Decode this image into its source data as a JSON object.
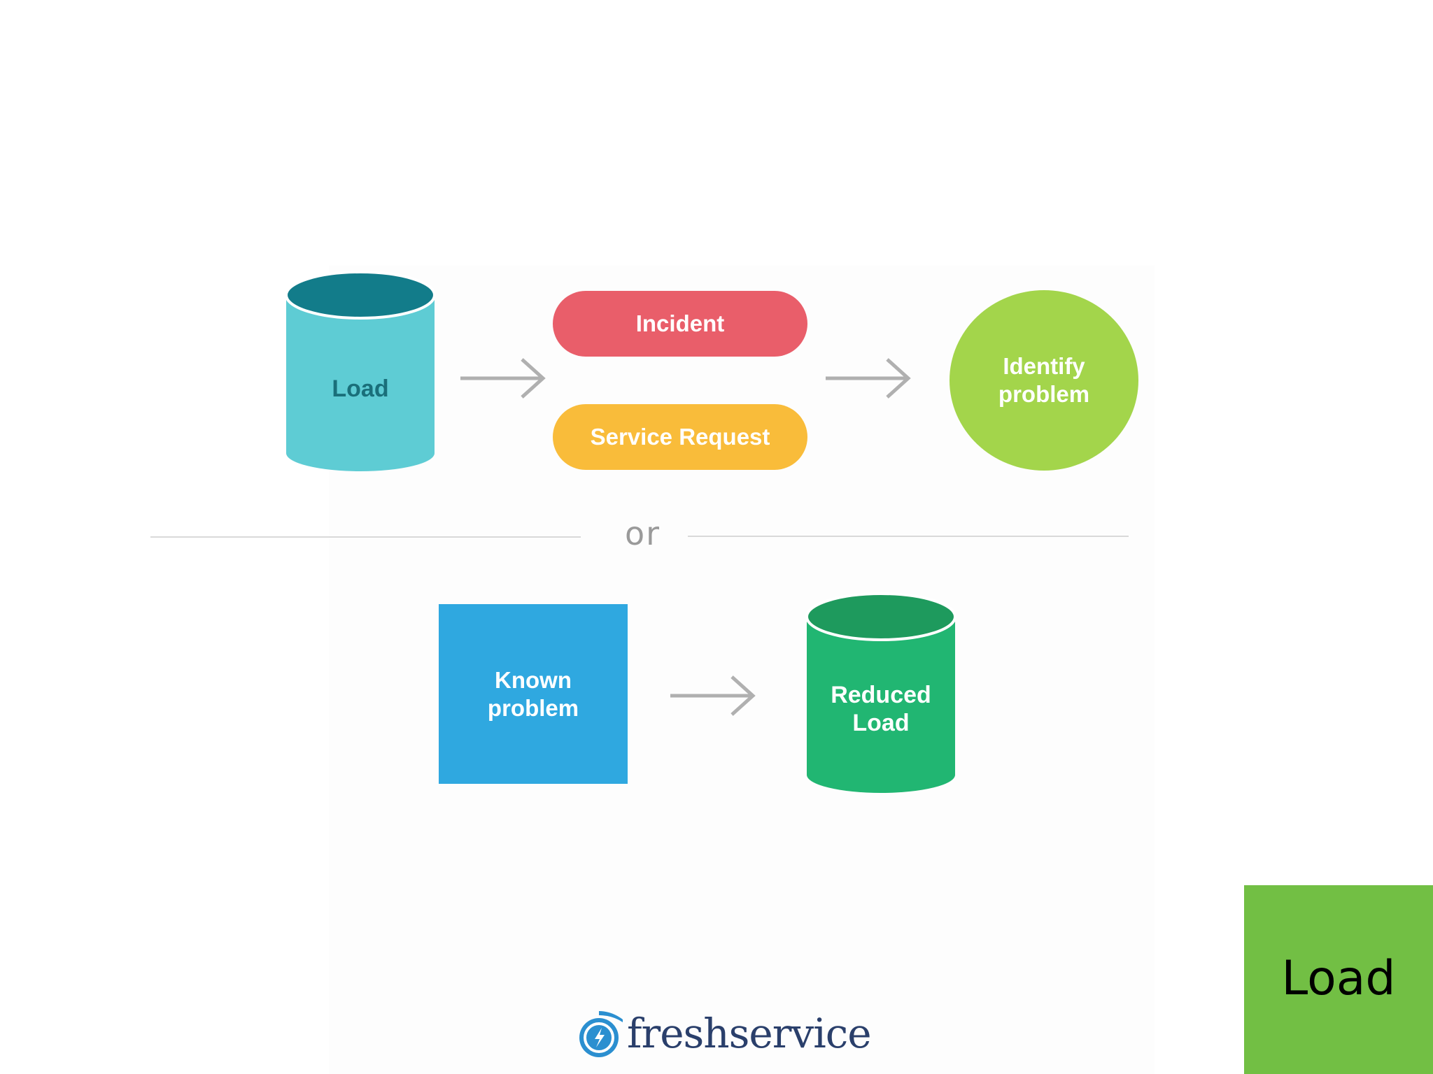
{
  "nodes": {
    "load": "Load",
    "incident": "Incident",
    "service_request": "Service Request",
    "identify_problem": "Identify\nproblem",
    "known_problem": "Known\nproblem",
    "reduced_load": "Reduced\nLoad"
  },
  "divider": {
    "text": "or"
  },
  "corner": {
    "label": "Load"
  },
  "logo": {
    "text": "freshservice"
  },
  "colors": {
    "load_cylinder_top": "#127c8a",
    "load_cylinder_body": "#5eccd4",
    "load_text": "#1a6f7a",
    "incident": "#e95e6a",
    "service_request": "#f9bc3a",
    "identify_problem": "#a3d54b",
    "known_problem": "#2fa8e0",
    "reduced_cylinder_top": "#1e9a5d",
    "reduced_cylinder_body": "#21b672",
    "arrow": "#b0b0b0",
    "corner_box": "#72bf44",
    "logo_text": "#2a3f6b",
    "logo_icon": "#2b8fd0"
  },
  "icons": {
    "arrow": "right-arrow-icon",
    "logo": "freshservice-logo-icon"
  }
}
